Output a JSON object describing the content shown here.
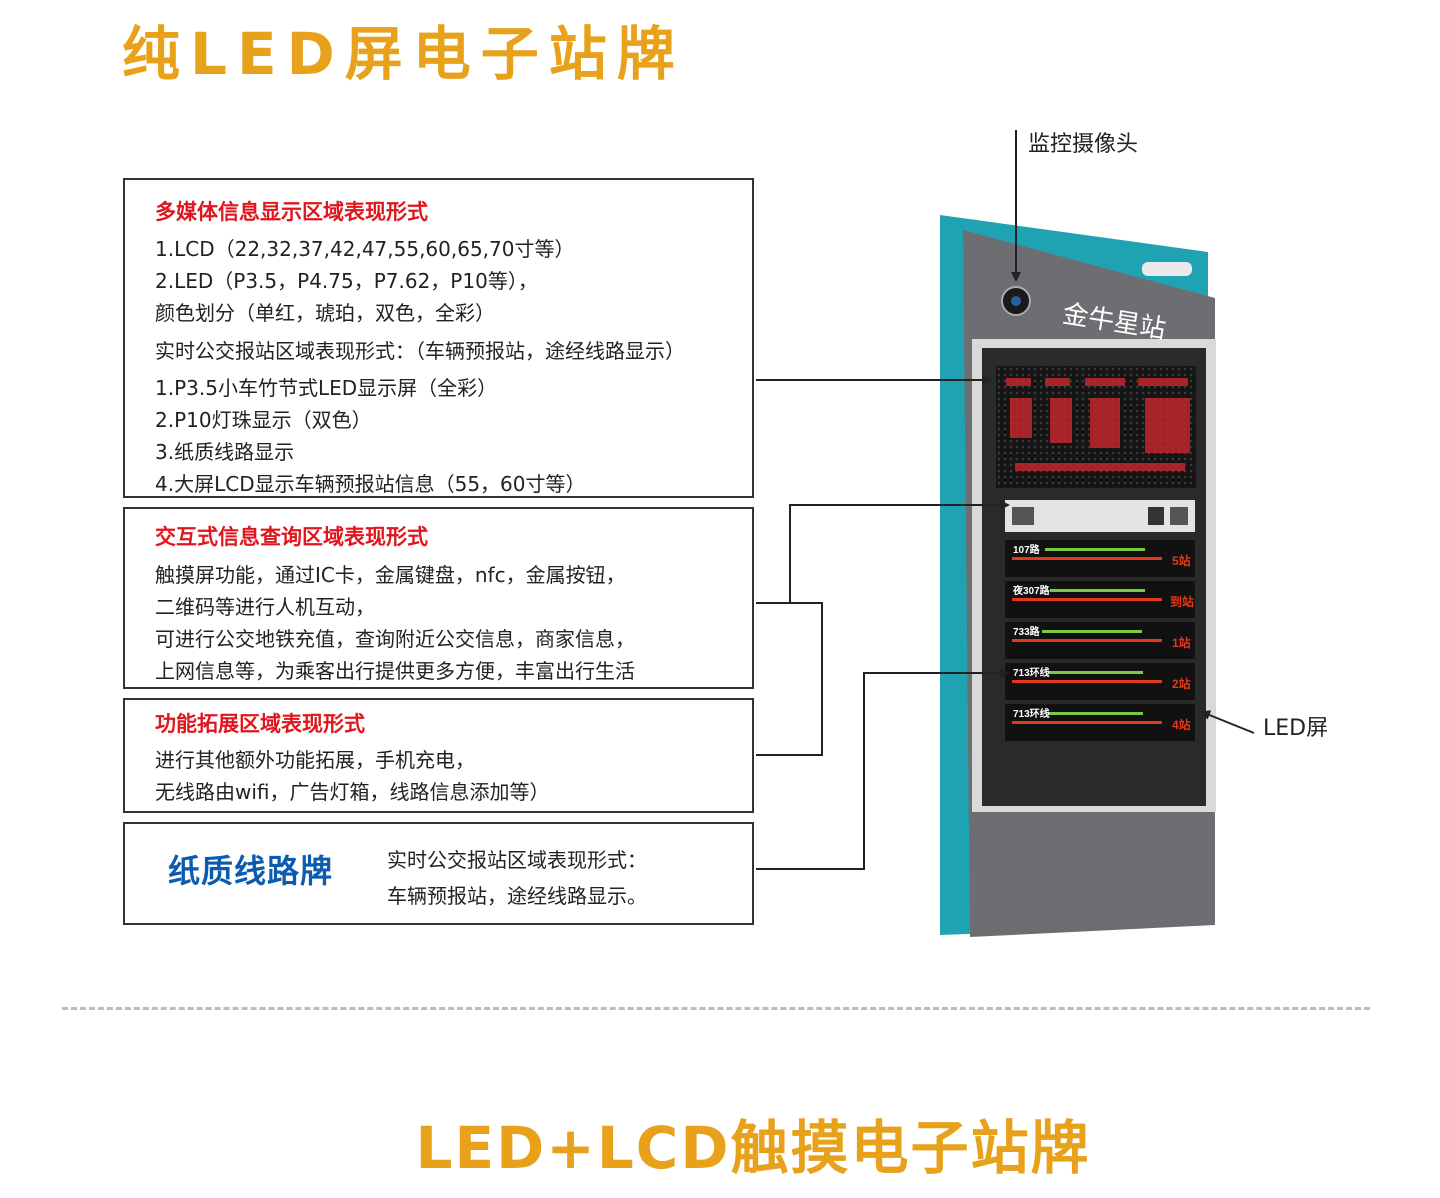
{
  "title_top": "纯LED屏电子站牌",
  "title_bottom": "LED+LCD触摸电子站牌",
  "camera_label": "监控摄像头",
  "led_label": "LED屏",
  "station_name": "金牛星站",
  "multimedia": {
    "heading": "多媒体信息显示区域表现形式",
    "lines": [
      "1.LCD（22,32,37,42,47,55,60,65,70寸等）",
      "2.LED（P3.5，P4.75，P7.62，P10等），",
      "颜色划分（单红，琥珀，双色，全彩）",
      "实时公交报站区域表现形式：（车辆预报站，途经线路显示）",
      "1.P3.5小车竹节式LED显示屏（全彩）",
      "2.P10灯珠显示（双色）",
      "3.纸质线路显示",
      "4.大屏LCD显示车辆预报站信息（55，60寸等）"
    ]
  },
  "interactive": {
    "heading": "交互式信息查询区域表现形式",
    "lines": [
      "触摸屏功能，通过IC卡，金属键盘，nfc，金属按钮，",
      "二维码等进行人机互动，",
      "可进行公交地铁充值，查询附近公交信息，商家信息，",
      "上网信息等，为乘客出行提供更多方便，丰富出行生活"
    ]
  },
  "extension": {
    "heading": "功能拓展区域表现形式",
    "lines": [
      "进行其他额外功能拓展，手机充电，",
      "无线路由wifi，广告灯箱，线路信息添加等）"
    ]
  },
  "paper": {
    "title": "纸质线路牌",
    "lines": [
      "实时公交报站区域表现形式：",
      "车辆预报站，途经线路显示。"
    ]
  },
  "routes": [
    {
      "name": "107路",
      "status": "5站"
    },
    {
      "name": "夜307路",
      "status": "到站"
    },
    {
      "name": "733路",
      "status": "1站"
    },
    {
      "name": "713环线",
      "status": "2站"
    },
    {
      "name": "713环线",
      "status": "4站"
    }
  ],
  "colors": {
    "accent": "#e8a11a",
    "heading_red": "#e0161e",
    "paper_blue": "#0b5bb0",
    "teal": "#1fa3b2",
    "sign_gray": "#6d6e71"
  }
}
